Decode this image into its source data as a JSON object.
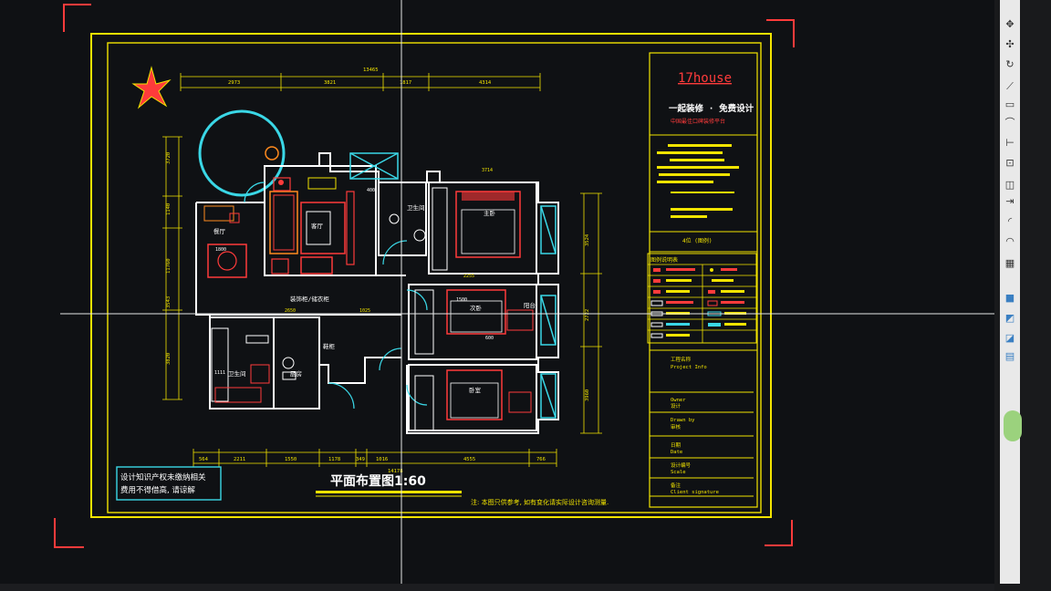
{
  "brand": {
    "name": "17house",
    "logo_text": "一起装修 · 免费设计",
    "slogan": "中国最佳口碑装修平台"
  },
  "drawing": {
    "title": "平面布置图1:60",
    "note_left_line1": "设计知识产权未缴纳相关",
    "note_left_line2": "费用不得借高,  请谅解",
    "note_bottom": "注: 本图只供参考, 如有变化请实际设计咨询测量."
  },
  "dimensions": {
    "top_total": "13465",
    "top": [
      "2973",
      "3821",
      "1817",
      "4314"
    ],
    "bottom_total": "14178",
    "bottom": [
      "564",
      "2211",
      "1550",
      "1178",
      "349",
      "1016",
      "4555",
      "766"
    ],
    "bed_top": "3714",
    "bed_mid": "2255",
    "mid1": "2650",
    "mid2": "1025",
    "left_side": [
      "3720",
      "1140",
      "11760",
      "3543",
      "3820"
    ],
    "right_side": [
      "3524",
      "2722",
      "3960"
    ]
  },
  "rooms": {
    "living": "客厅",
    "dining": "餐厅",
    "master": "主卧",
    "bedroom2": "次卧",
    "bedroom3": "卧室",
    "bath": "卫生间",
    "kitchen": "厨房",
    "balcony": "阳台",
    "tv_wall": "装饰柜/储衣柜",
    "shoe": "鞋柜",
    "label_1800": "1800",
    "label_1500": "1500",
    "label_1111": "1111",
    "label_600": "600",
    "label_400": "400"
  },
  "legend_title": "图例说明表",
  "legend_header": "4位 (图例)",
  "title_block": {
    "rows": [
      "工程名称",
      "Project Info",
      "Owner",
      "设计",
      "Drawn by",
      "审核",
      "日期",
      "Date",
      "设计编号",
      "Scale",
      "备注",
      "Client signature"
    ]
  },
  "toolbar": {
    "icons": [
      "pan-icon",
      "orbit-icon",
      "zoom-icon",
      "line-icon",
      "rect-icon",
      "arc-icon",
      "dim-icon",
      "measure-icon",
      "layer-icon",
      "extend-icon",
      "round-icon",
      "chain-icon",
      "fill-icon",
      "block-icon",
      "paste-icon"
    ]
  },
  "colors": {
    "background": "#0f1114",
    "frame": "#f2e400",
    "wall": "#ffffff",
    "cyan": "#3ad7e6",
    "red": "#ff3b3b",
    "orange": "#ff8a1e",
    "green": "#3ee35a",
    "crosshair": "#e6e6e6"
  }
}
